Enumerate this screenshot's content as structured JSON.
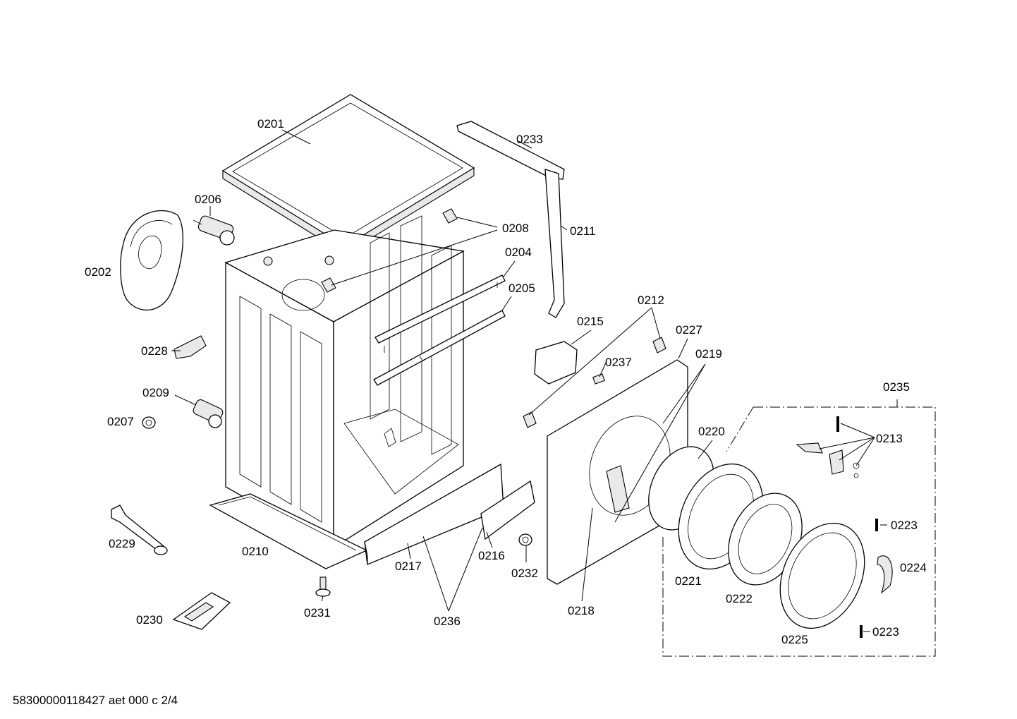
{
  "footer": {
    "text": "58300000118427 aet 000 c 2/4"
  },
  "labels": {
    "p0201": "0201",
    "p0202": "0202",
    "p0204": "0204",
    "p0205": "0205",
    "p0206": "0206",
    "p0207": "0207",
    "p0208": "0208",
    "p0209": "0209",
    "p0210": "0210",
    "p0211": "0211",
    "p0212": "0212",
    "p0213": "0213",
    "p0215": "0215",
    "p0216": "0216",
    "p0217": "0217",
    "p0218": "0218",
    "p0219": "0219",
    "p0220": "0220",
    "p0221": "0221",
    "p0222": "0222",
    "p0223a": "0223",
    "p0223b": "0223",
    "p0224": "0224",
    "p0225": "0225",
    "p0227": "0227",
    "p0228": "0228",
    "p0229": "0229",
    "p0230": "0230",
    "p0231": "0231",
    "p0232": "0232",
    "p0233": "0233",
    "p0235": "0235",
    "p0236": "0236",
    "p0237": "0237"
  }
}
